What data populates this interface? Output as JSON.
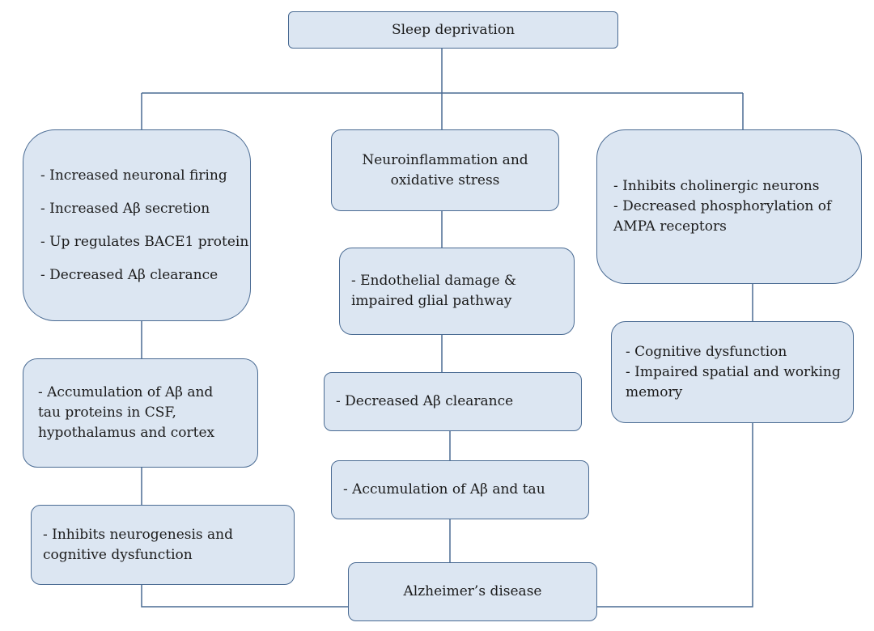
{
  "diagram": {
    "top": {
      "text": "Sleep deprivation"
    },
    "left": {
      "box1": [
        "- Increased neuronal firing",
        "- Increased Aβ secretion",
        "- Up regulates BACE1 protein",
        "- Decreased Aβ clearance"
      ],
      "box2": [
        "- Accumulation of Aβ and",
        "tau proteins in CSF,",
        "hypothalamus and cortex"
      ],
      "box3": [
        "- Inhibits neurogenesis and",
        "cognitive dysfunction"
      ]
    },
    "middle": {
      "box1": [
        "Neuroinflammation and",
        "oxidative stress"
      ],
      "box2": [
        "- Endothelial damage &",
        "impaired glial pathway"
      ],
      "box3": [
        "- Decreased Aβ clearance"
      ],
      "box4": [
        "- Accumulation of Aβ and tau"
      ]
    },
    "right": {
      "box1": [
        "- Inhibits cholinergic neurons",
        "- Decreased phosphorylation of",
        "AMPA receptors"
      ],
      "box2": [
        "- Cognitive dysfunction",
        "- Impaired spatial and working",
        "memory"
      ]
    },
    "bottom": {
      "text": "Alzheimer’s disease"
    },
    "colors": {
      "box_fill": "#dce6f2",
      "box_border": "#4a6b93",
      "connector": "#4a6b93"
    }
  }
}
